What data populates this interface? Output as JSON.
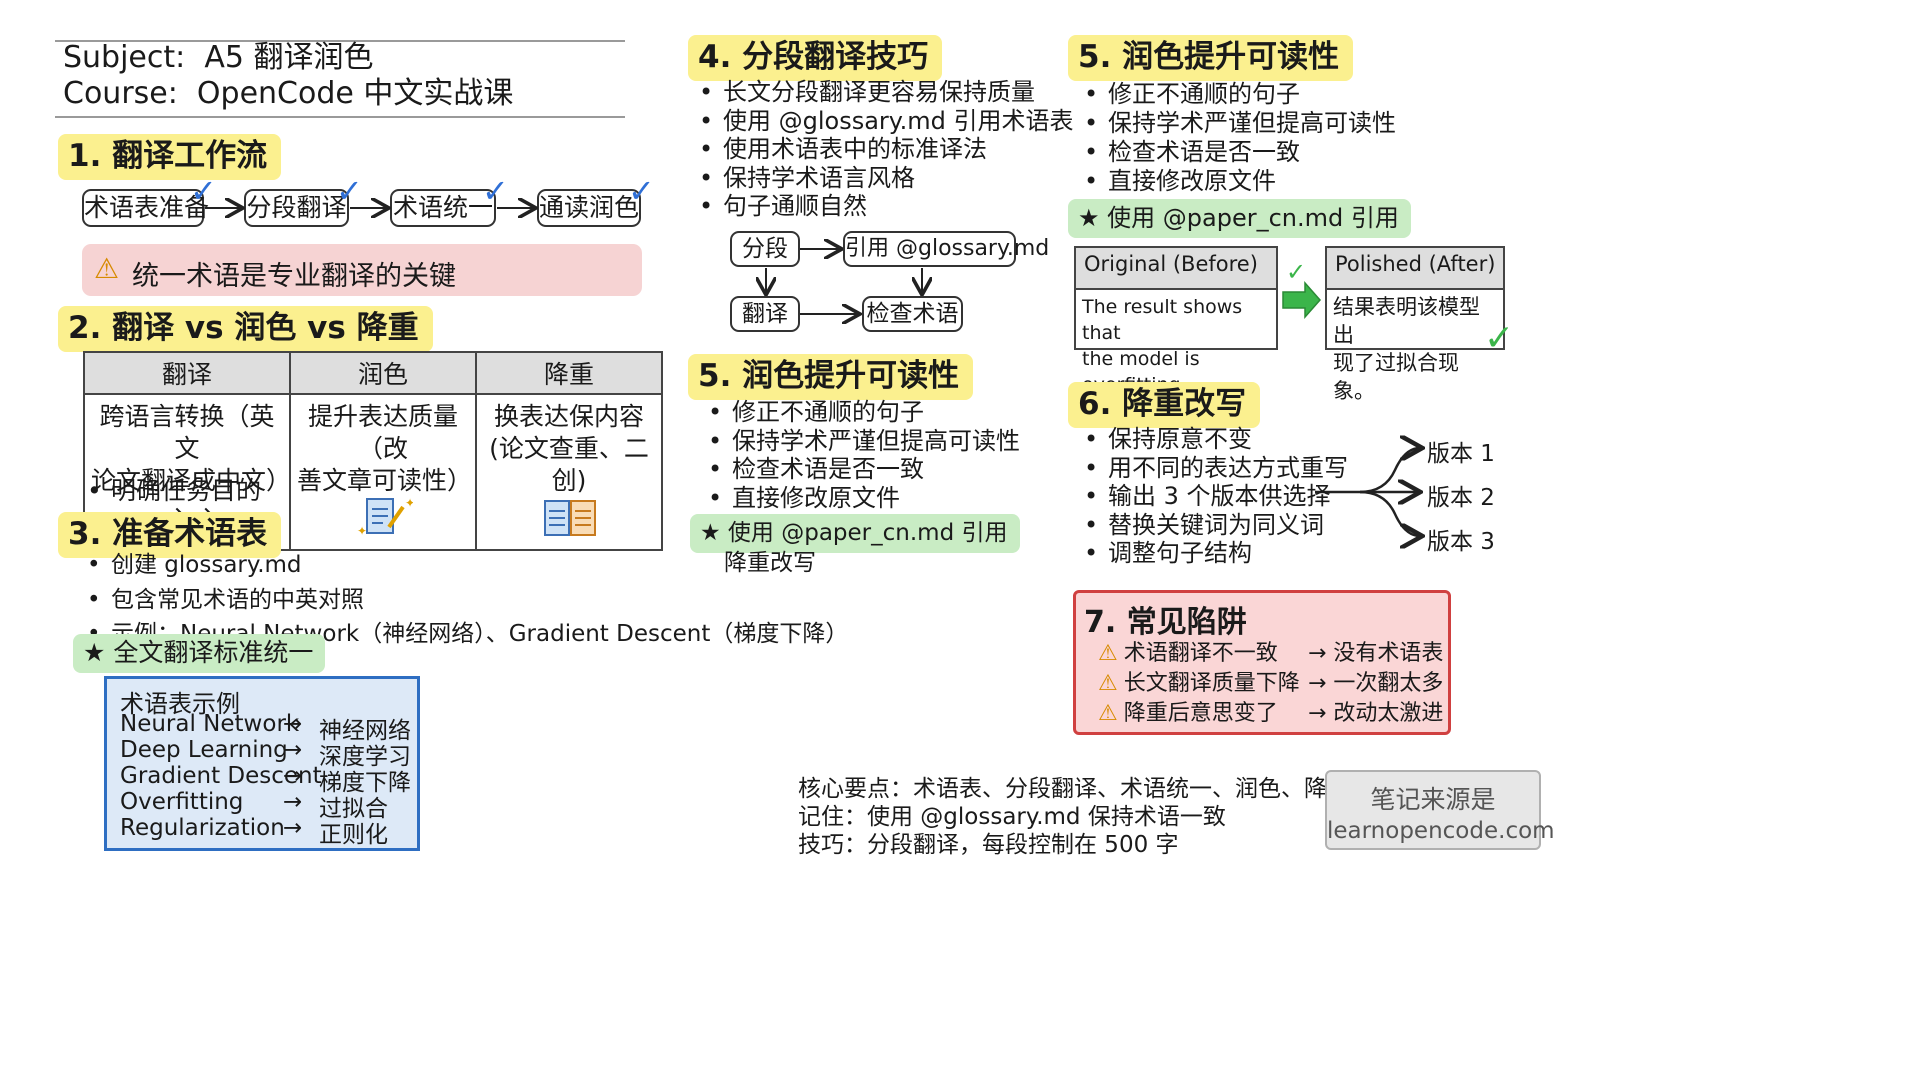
{
  "header": {
    "subject_label": "Subject:",
    "subject": "A5 翻译润色",
    "course_label": "Course:",
    "course": "OpenCode 中文实战课"
  },
  "s1": {
    "title": "1. 翻译工作流",
    "steps": [
      "术语表准备",
      "分段翻译",
      "术语统一",
      "通读润色"
    ],
    "warning": "统一术语是专业翻译的关键"
  },
  "s2": {
    "title": "2. 翻译 vs 润色 vs 降重",
    "headers": [
      "翻译",
      "润色",
      "降重"
    ],
    "cells": [
      "跨语言转换（英文\n论文翻译成中文）",
      "提升表达质量（改\n善文章可读性）",
      "换表达保内容\n(论文查重、二创)"
    ],
    "arrows": "→ →",
    "note": "明确任务目的"
  },
  "s3": {
    "title": "3. 准备术语表",
    "bullets": [
      "创建 glossary.md",
      "包含常见术语的中英对照",
      "示例：Neural Network（神经网络）、Gradient Descent（梯度下降）"
    ],
    "star": "★ 全文翻译标准统一",
    "glossary": {
      "title": "术语表示例",
      "rows": [
        {
          "en": "Neural Network",
          "zh": "神经网络"
        },
        {
          "en": "Deep Learning",
          "zh": "深度学习"
        },
        {
          "en": "Gradient Descent",
          "zh": "梯度下降"
        },
        {
          "en": "Overfitting",
          "zh": "过拟合"
        },
        {
          "en": "Regularization",
          "zh": "正则化"
        }
      ],
      "arrow": "→"
    }
  },
  "s4": {
    "title": "4. 分段翻译技巧",
    "bullets": [
      "长文分段翻译更容易保持质量",
      "使用 @glossary.md 引用术语表",
      "使用术语表中的标准译法",
      "保持学术语言风格",
      "句子通顺自然"
    ],
    "flow": {
      "split": "分段",
      "ref": "引用 @glossary.md",
      "translate": "翻译",
      "check": "检查术语"
    }
  },
  "s5_mid": {
    "title": "5. 润色提升可读性",
    "bullets": [
      "修正不通顺的句子",
      "保持学术严谨但提高可读性",
      "检查术语是否一致",
      "直接修改原文件"
    ],
    "star": "★ 使用 @paper_cn.md 引用",
    "extra": "降重改写"
  },
  "s5_right": {
    "title": "5. 润色提升可读性",
    "bullets": [
      "修正不通顺的句子",
      "保持学术严谨但提高可读性",
      "检查术语是否一致",
      "直接修改原文件"
    ],
    "star": "★ 使用 @paper_cn.md 引用",
    "before_head": "Original (Before)",
    "before_text": "The result shows that\nthe model is overfitting.",
    "after_head": "Polished (After)",
    "after_text": "结果表明该模型出\n现了过拟合现象。"
  },
  "s6": {
    "title": "6. 降重改写",
    "bullets": [
      "保持原意不变",
      "用不同的表达方式重写",
      "输出 3 个版本供选择",
      "替换关键词为同义词",
      "调整句子结构"
    ],
    "versions": [
      "版本 1",
      "版本 2",
      "版本 3"
    ]
  },
  "s7": {
    "title": "7. 常见陷阱",
    "items": [
      {
        "issue": "术语翻译不一致",
        "cause": "→ 没有术语表"
      },
      {
        "issue": "长文翻译质量下降",
        "cause": "→ 一次翻太多"
      },
      {
        "issue": "降重后意思变了",
        "cause": "→ 改动太激进"
      }
    ]
  },
  "footer": {
    "line1": "核心要点：术语表、分段翻译、术语统一、润色、降重",
    "line2": "记住：使用 @glossary.md 保持术语一致",
    "line3": "技巧：分段翻译，每段控制在 500 字",
    "source_line1": "笔记来源是",
    "source_line2": "learnopencode.com"
  },
  "colors": {
    "highlight_yellow": "#fbf08f",
    "highlight_green": "#c9ecc4",
    "warning_pink": "#f6d3d3",
    "glossary_blue": "#dde9f7",
    "pitfall_red": "#d04040"
  }
}
